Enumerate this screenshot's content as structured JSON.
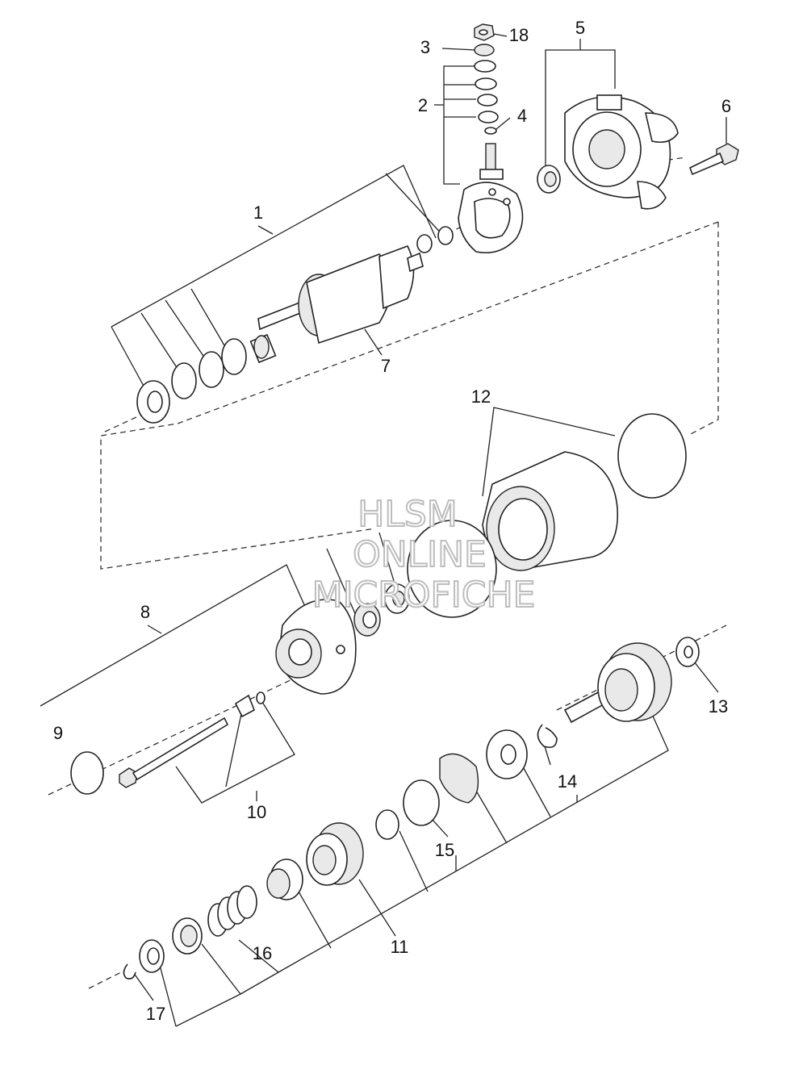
{
  "callouts": [
    "1",
    "2",
    "3",
    "4",
    "5",
    "6",
    "7",
    "8",
    "9",
    "10",
    "11",
    "12",
    "13",
    "14",
    "15",
    "16",
    "17",
    "18"
  ],
  "watermark": {
    "line1": "HLSM",
    "line2": "ONLINE",
    "line3": "MICROFICHE"
  }
}
